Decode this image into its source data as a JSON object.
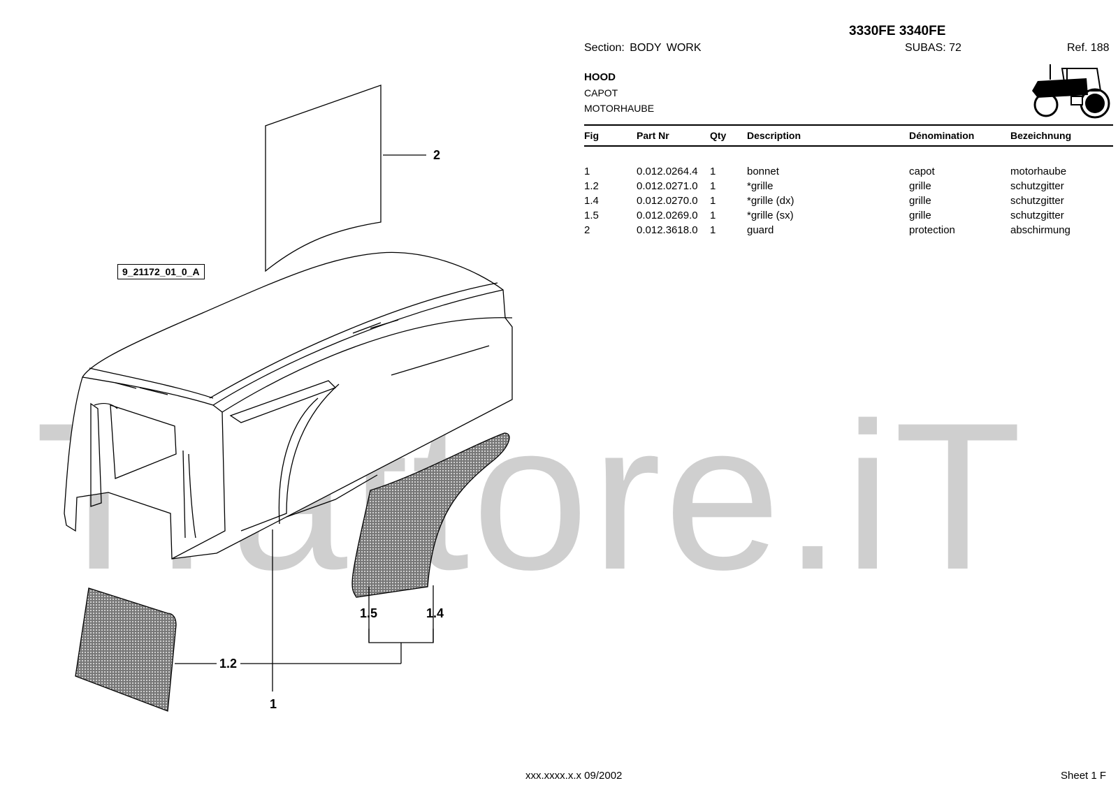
{
  "header": {
    "models": "3330FE 3340FE",
    "section": "Section: BODY  WORK",
    "subas": "SUBAS: 72",
    "ref": "Ref. 188"
  },
  "title": {
    "en": "HOOD",
    "fr": "CAPOT",
    "de": "MOTORHAUBE"
  },
  "table": {
    "headers": {
      "fig": "Fig",
      "part": "Part Nr",
      "qty": "Qty",
      "desc": "Description",
      "denom": "Dénomination",
      "bez": "Bezeichnung"
    },
    "rows": [
      {
        "fig": "1",
        "part": "0.012.0264.4",
        "qty": "1",
        "desc": "bonnet",
        "denom": "capot",
        "bez": "motorhaube"
      },
      {
        "fig": "1.2",
        "part": "0.012.0271.0",
        "qty": "1",
        "desc": "*grille",
        "denom": "grille",
        "bez": "schutzgitter"
      },
      {
        "fig": "1.4",
        "part": "0.012.0270.0",
        "qty": "1",
        "desc": "*grille (dx)",
        "denom": "grille",
        "bez": "schutzgitter"
      },
      {
        "fig": "1.5",
        "part": "0.012.0269.0",
        "qty": "1",
        "desc": "*grille (sx)",
        "denom": "grille",
        "bez": "schutzgitter"
      },
      {
        "fig": "2",
        "part": "0.012.3618.0",
        "qty": "1",
        "desc": "guard",
        "denom": "protection",
        "bez": "abschirmung"
      }
    ]
  },
  "drawing": {
    "code": "9_21172_01_0_A",
    "callouts": {
      "c2": "2",
      "c15": "1.5",
      "c14": "1.4",
      "c12": "1.2",
      "c1": "1"
    }
  },
  "watermark": "Trattore.iT",
  "footer": {
    "code": "xxx.xxxx.x.x  09/2002",
    "sheet": "Sheet 1 F"
  }
}
